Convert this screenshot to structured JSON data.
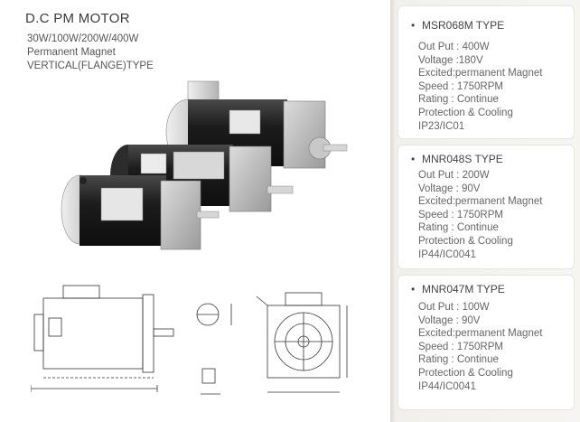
{
  "header": {
    "title": "D.C PM MOTOR",
    "lines": [
      "30W/100W/200W/400W",
      "Permanent Magnet",
      "VERTICAL(FLANGE)TYPE"
    ]
  },
  "specs": [
    {
      "type": "MSR068M TYPE",
      "output": "Out Put : 400W",
      "voltage": "Voltage :180V",
      "excited": "Excited:permanent Magnet",
      "speed": "Speed : 1750RPM",
      "rating": "Rating : Continue",
      "protection": "Protection & Cooling",
      "ip": "IP23/IC01"
    },
    {
      "type": "MNR048S TYPE",
      "output": "Out Put : 200W",
      "voltage": "Voltage : 90V",
      "excited": "Excited:permanent Magnet",
      "speed": "Speed : 1750RPM",
      "rating": "Rating : Continue",
      "protection": "Protection & Cooling",
      "ip": "IP44/IC0041"
    },
    {
      "type": "MNR047M TYPE",
      "output": "Out Put : 100W",
      "voltage": "Voltage : 90V",
      "excited": "Excited:permanent Magnet",
      "speed": "Speed : 1750RPM",
      "rating": "Rating : Continue",
      "protection": "Protection & Cooling",
      "ip": "IP44/IC0041"
    }
  ],
  "colors": {
    "panel_bg": "#ffffff",
    "sidebar_bg": "#f4f2ee",
    "text_dark": "#3a3a3a",
    "text_spec": "#666666"
  },
  "icons": [
    "bullet-icon"
  ]
}
